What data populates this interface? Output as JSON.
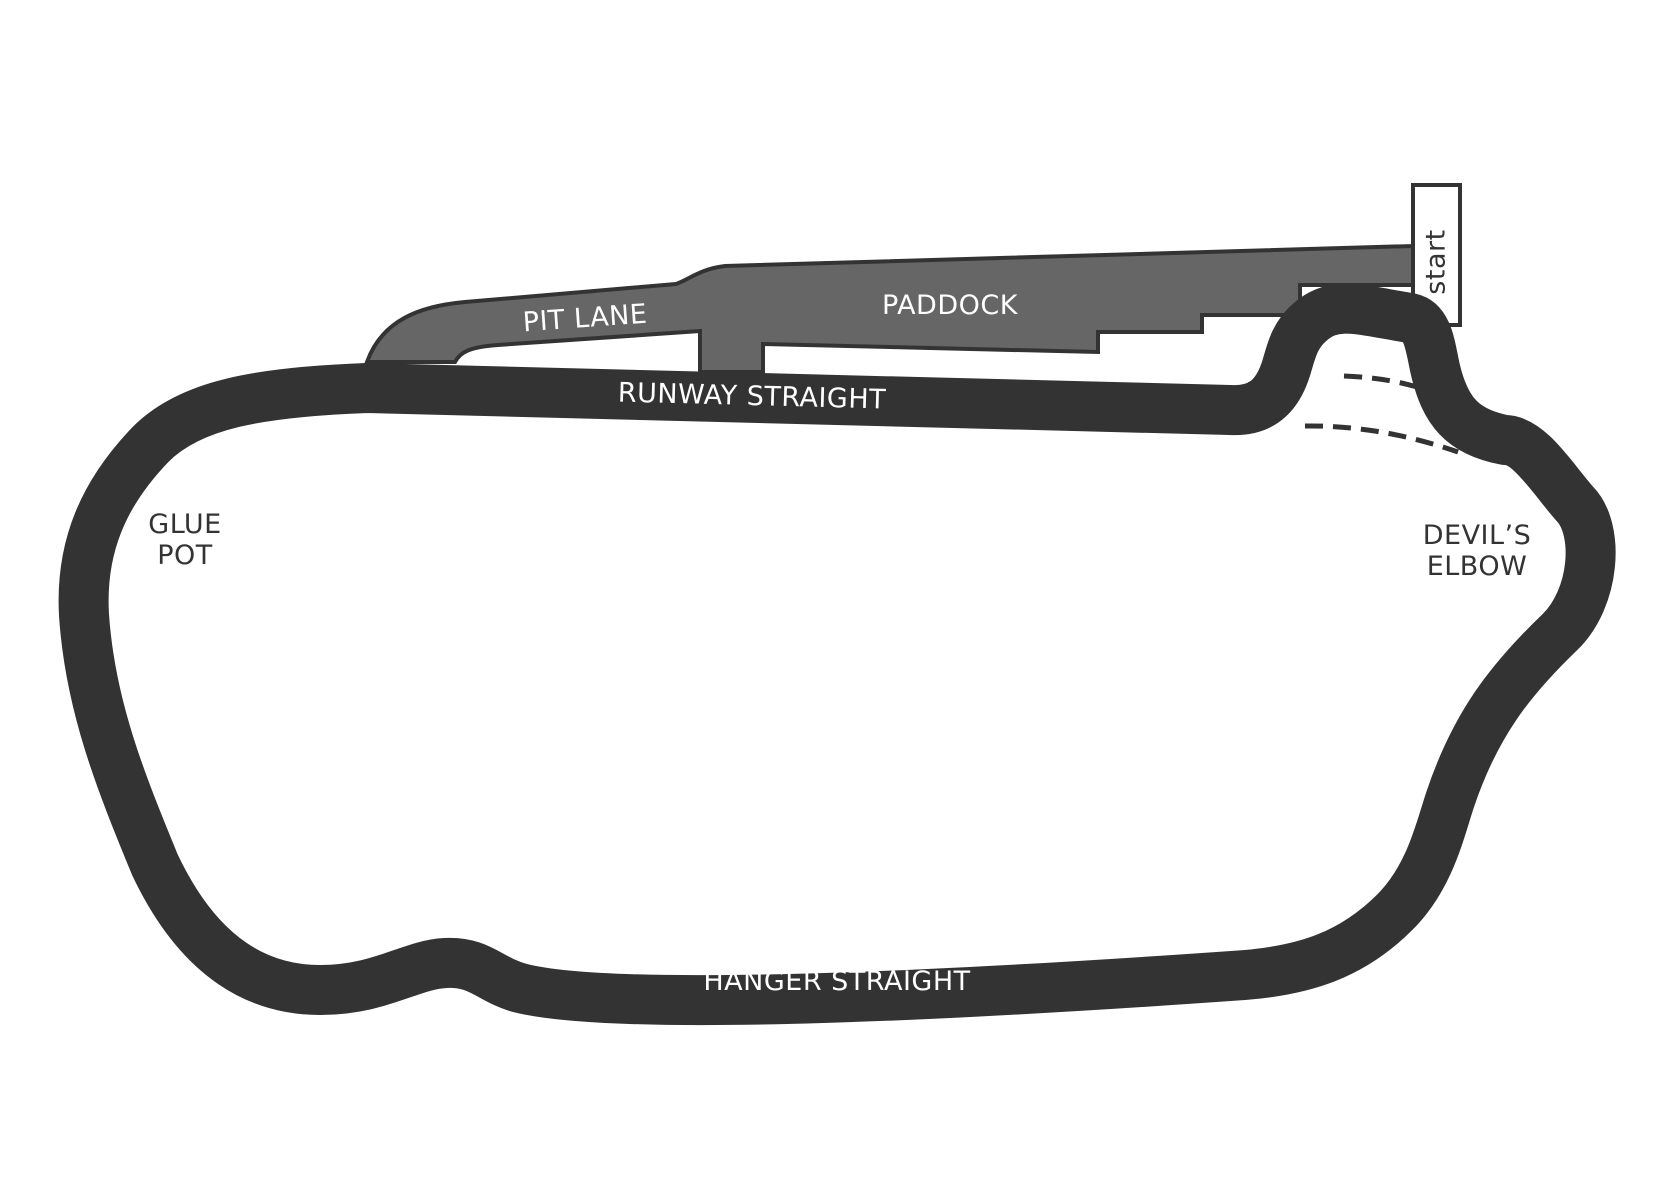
{
  "colors": {
    "track": "#333333",
    "paddock_fill": "#666666",
    "outline": "#333333",
    "background": "#ffffff",
    "label_on_track": "#ffffff",
    "label_off_track": "#333333"
  },
  "labels": {
    "pit_lane": "PIT LANE",
    "paddock": "PADDOCK",
    "runway_straight": "RUNWAY STRAIGHT",
    "hanger_straight": "HANGER STRAIGHT",
    "start": "start",
    "glue_pot_line1": "GLUE",
    "glue_pot_line2": "POT",
    "devils_elbow_line1": "DEVIL’S",
    "devils_elbow_line2": "ELBOW"
  }
}
